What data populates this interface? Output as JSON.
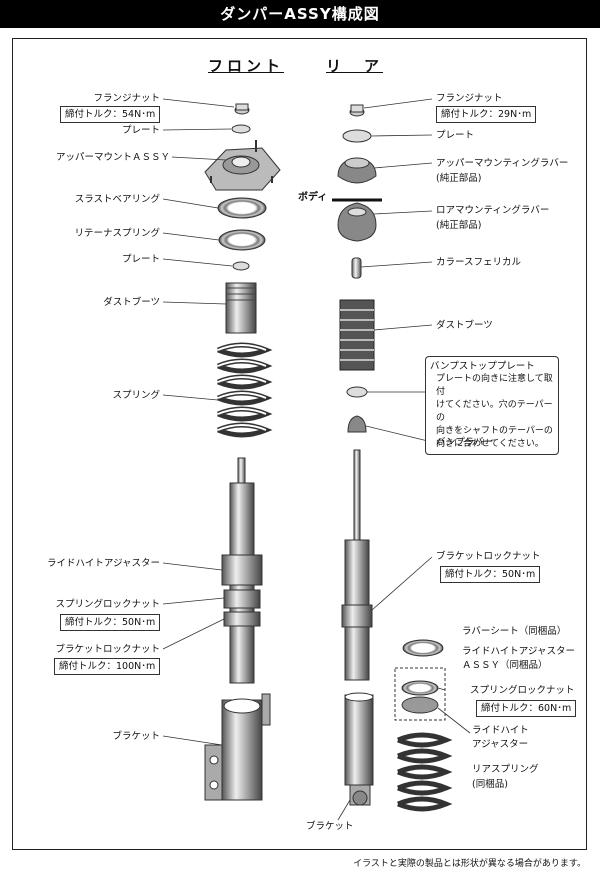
{
  "title": "ダンパーASSY構成図",
  "front_header": "フロント",
  "rear_header": "リ　ア",
  "body_label": "ボディ",
  "front": {
    "flange_nut": "フランジナット",
    "flange_nut_torque": "締付トルク：54N･m",
    "plate": "プレート",
    "upper_mount": "アッパーマウントＡＳＳＹ",
    "thrust_bearing": "スラストベアリング",
    "retainer_spring": "リテーナスプリング",
    "plate2": "プレート",
    "dust_boot": "ダストブーツ",
    "spring": "スプリング",
    "ride_height_adjuster": "ライドハイトアジャスター",
    "spring_lock_nut": "スプリングロックナット",
    "spring_lock_nut_torque": "締付トルク：50N･m",
    "bracket_lock_nut": "ブラケットロックナット",
    "bracket_lock_nut_torque": "締付トルク：100N･m",
    "bracket": "ブラケット"
  },
  "rear": {
    "flange_nut": "フランジナット",
    "flange_nut_torque": "締付トルク：29N･m",
    "plate": "プレート",
    "upper_rubber": "アッパーマウンティングラバー",
    "upper_rubber_note": "(純正部品)",
    "lower_rubber": "ロアマウンティングラバー",
    "lower_rubber_note": "(純正部品)",
    "collar": "カラースフェリカル",
    "dust_boot": "ダストブーツ",
    "bump_stop_title": "バンプストッププレート",
    "bump_stop_lines": [
      "プレートの向きに注意して取付",
      "けてください。穴のテーパーの",
      "向きをシャフトのテーパーの",
      "向きに合わせてください。"
    ],
    "bump_rubber": "バンプラバー",
    "bracket_lock_nut": "ブラケットロックナット",
    "bracket_lock_nut_torque": "締付トルク：50N･m",
    "rubber_seat": "ラバーシート（同梱品）",
    "ride_height_adjuster_assy_1": "ライドハイトアジャスター",
    "ride_height_adjuster_assy_2": "ＡＳＳＹ（同梱品）",
    "spring_lock_nut": "スプリングロックナット",
    "spring_lock_nut_torque": "締付トルク：60N･m",
    "ride_height_1": "ライドハイト",
    "ride_height_2": "アジャスター",
    "rear_spring": "リアスプリング",
    "rear_spring_note": "(同梱品)",
    "bracket": "ブラケット"
  },
  "footnote": "イラストと実際の製品とは形状が異なる場合があります。"
}
